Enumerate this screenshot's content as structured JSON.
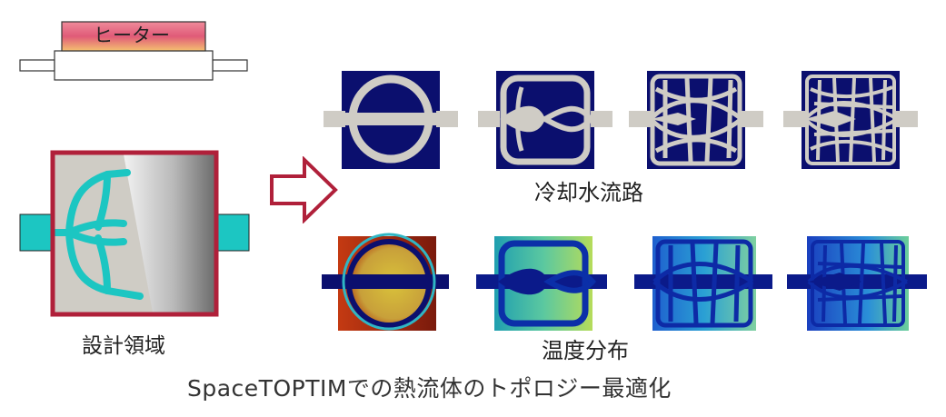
{
  "heater_label": "ヒーター",
  "design_domain_label": "設計領域",
  "cooling_channel_label": "冷却水流路",
  "temperature_label": "温度分布",
  "caption": "SpaceTOPTIMでの熱流体のトポロジー最適化",
  "colors": {
    "navy": "#0b0f6e",
    "channel_gray": "#cfccc5",
    "teal": "#1cc6c2",
    "frame_red": "#b0203a"
  }
}
